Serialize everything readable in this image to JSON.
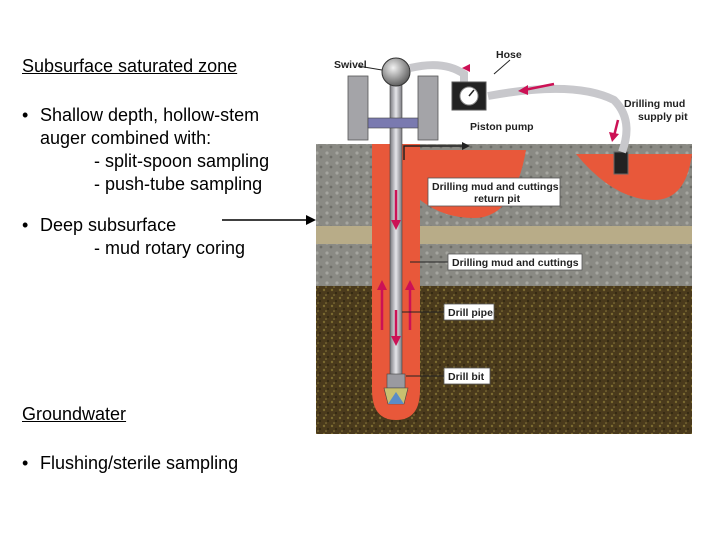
{
  "heading_saturated": "Subsurface saturated zone",
  "bullets_saturated": [
    {
      "line1": "Shallow depth, hollow-stem",
      "line2": "auger combined with:",
      "subs": [
        "- split-spoon sampling",
        "- push-tube sampling"
      ]
    },
    {
      "line1": "Deep subsurface",
      "subs": [
        "- mud rotary coring"
      ]
    }
  ],
  "heading_groundwater": "Groundwater",
  "bullets_groundwater": [
    "Flushing/sterile sampling"
  ],
  "diagram": {
    "labels": {
      "swivel": "Swivel",
      "hose": "Hose",
      "piston_pump": "Piston pump",
      "supply_pit_1": "Drilling mud",
      "supply_pit_2": "supply pit",
      "return_pit_1": "Drilling mud and cuttings",
      "return_pit_2": "return pit",
      "mud_cuttings": "Drilling mud and cuttings",
      "drill_pipe": "Drill pipe",
      "drill_bit": "Drill bit"
    },
    "colors": {
      "mud": "#e8583a",
      "arrow": "#cc1155",
      "soil_dark": "#4a3a1c",
      "soil_gray": "#8a8a84",
      "soil_tan": "#b8ac88"
    }
  }
}
